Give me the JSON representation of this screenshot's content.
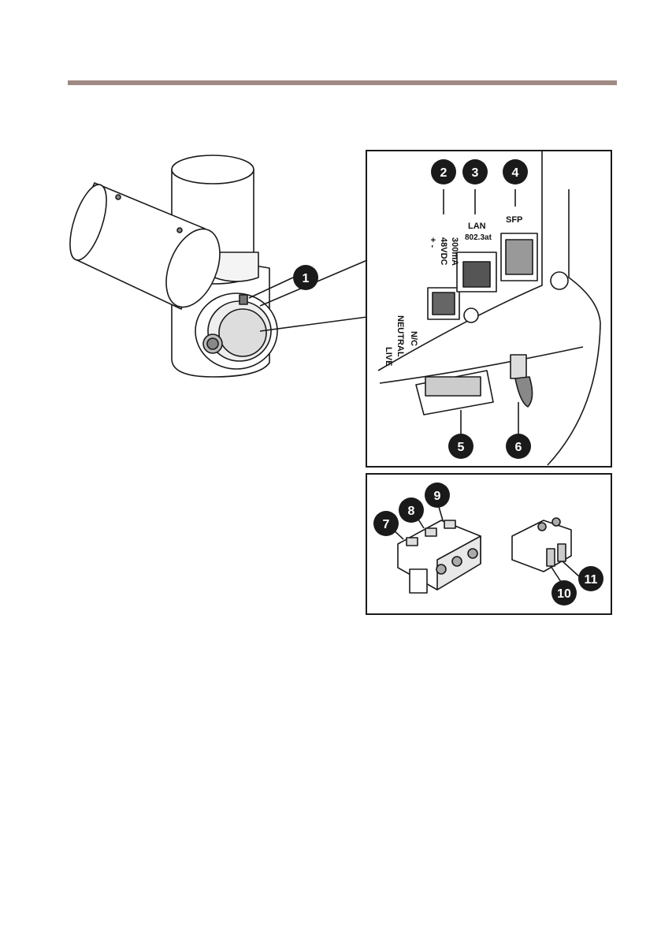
{
  "header": {
    "rule_color": "#a08a84"
  },
  "callouts": [
    "1",
    "2",
    "3",
    "4",
    "5",
    "6",
    "7",
    "8",
    "9",
    "10",
    "11"
  ],
  "port_labels": {
    "power_plus_minus": "+ -",
    "power_voltage": "48VDC",
    "power_current": "300mA",
    "lan": "LAN",
    "lan_standard": "802.3at",
    "sfp": "SFP",
    "live": "LIVE",
    "neutral": "NEUTRAL",
    "nc": "N/C"
  }
}
